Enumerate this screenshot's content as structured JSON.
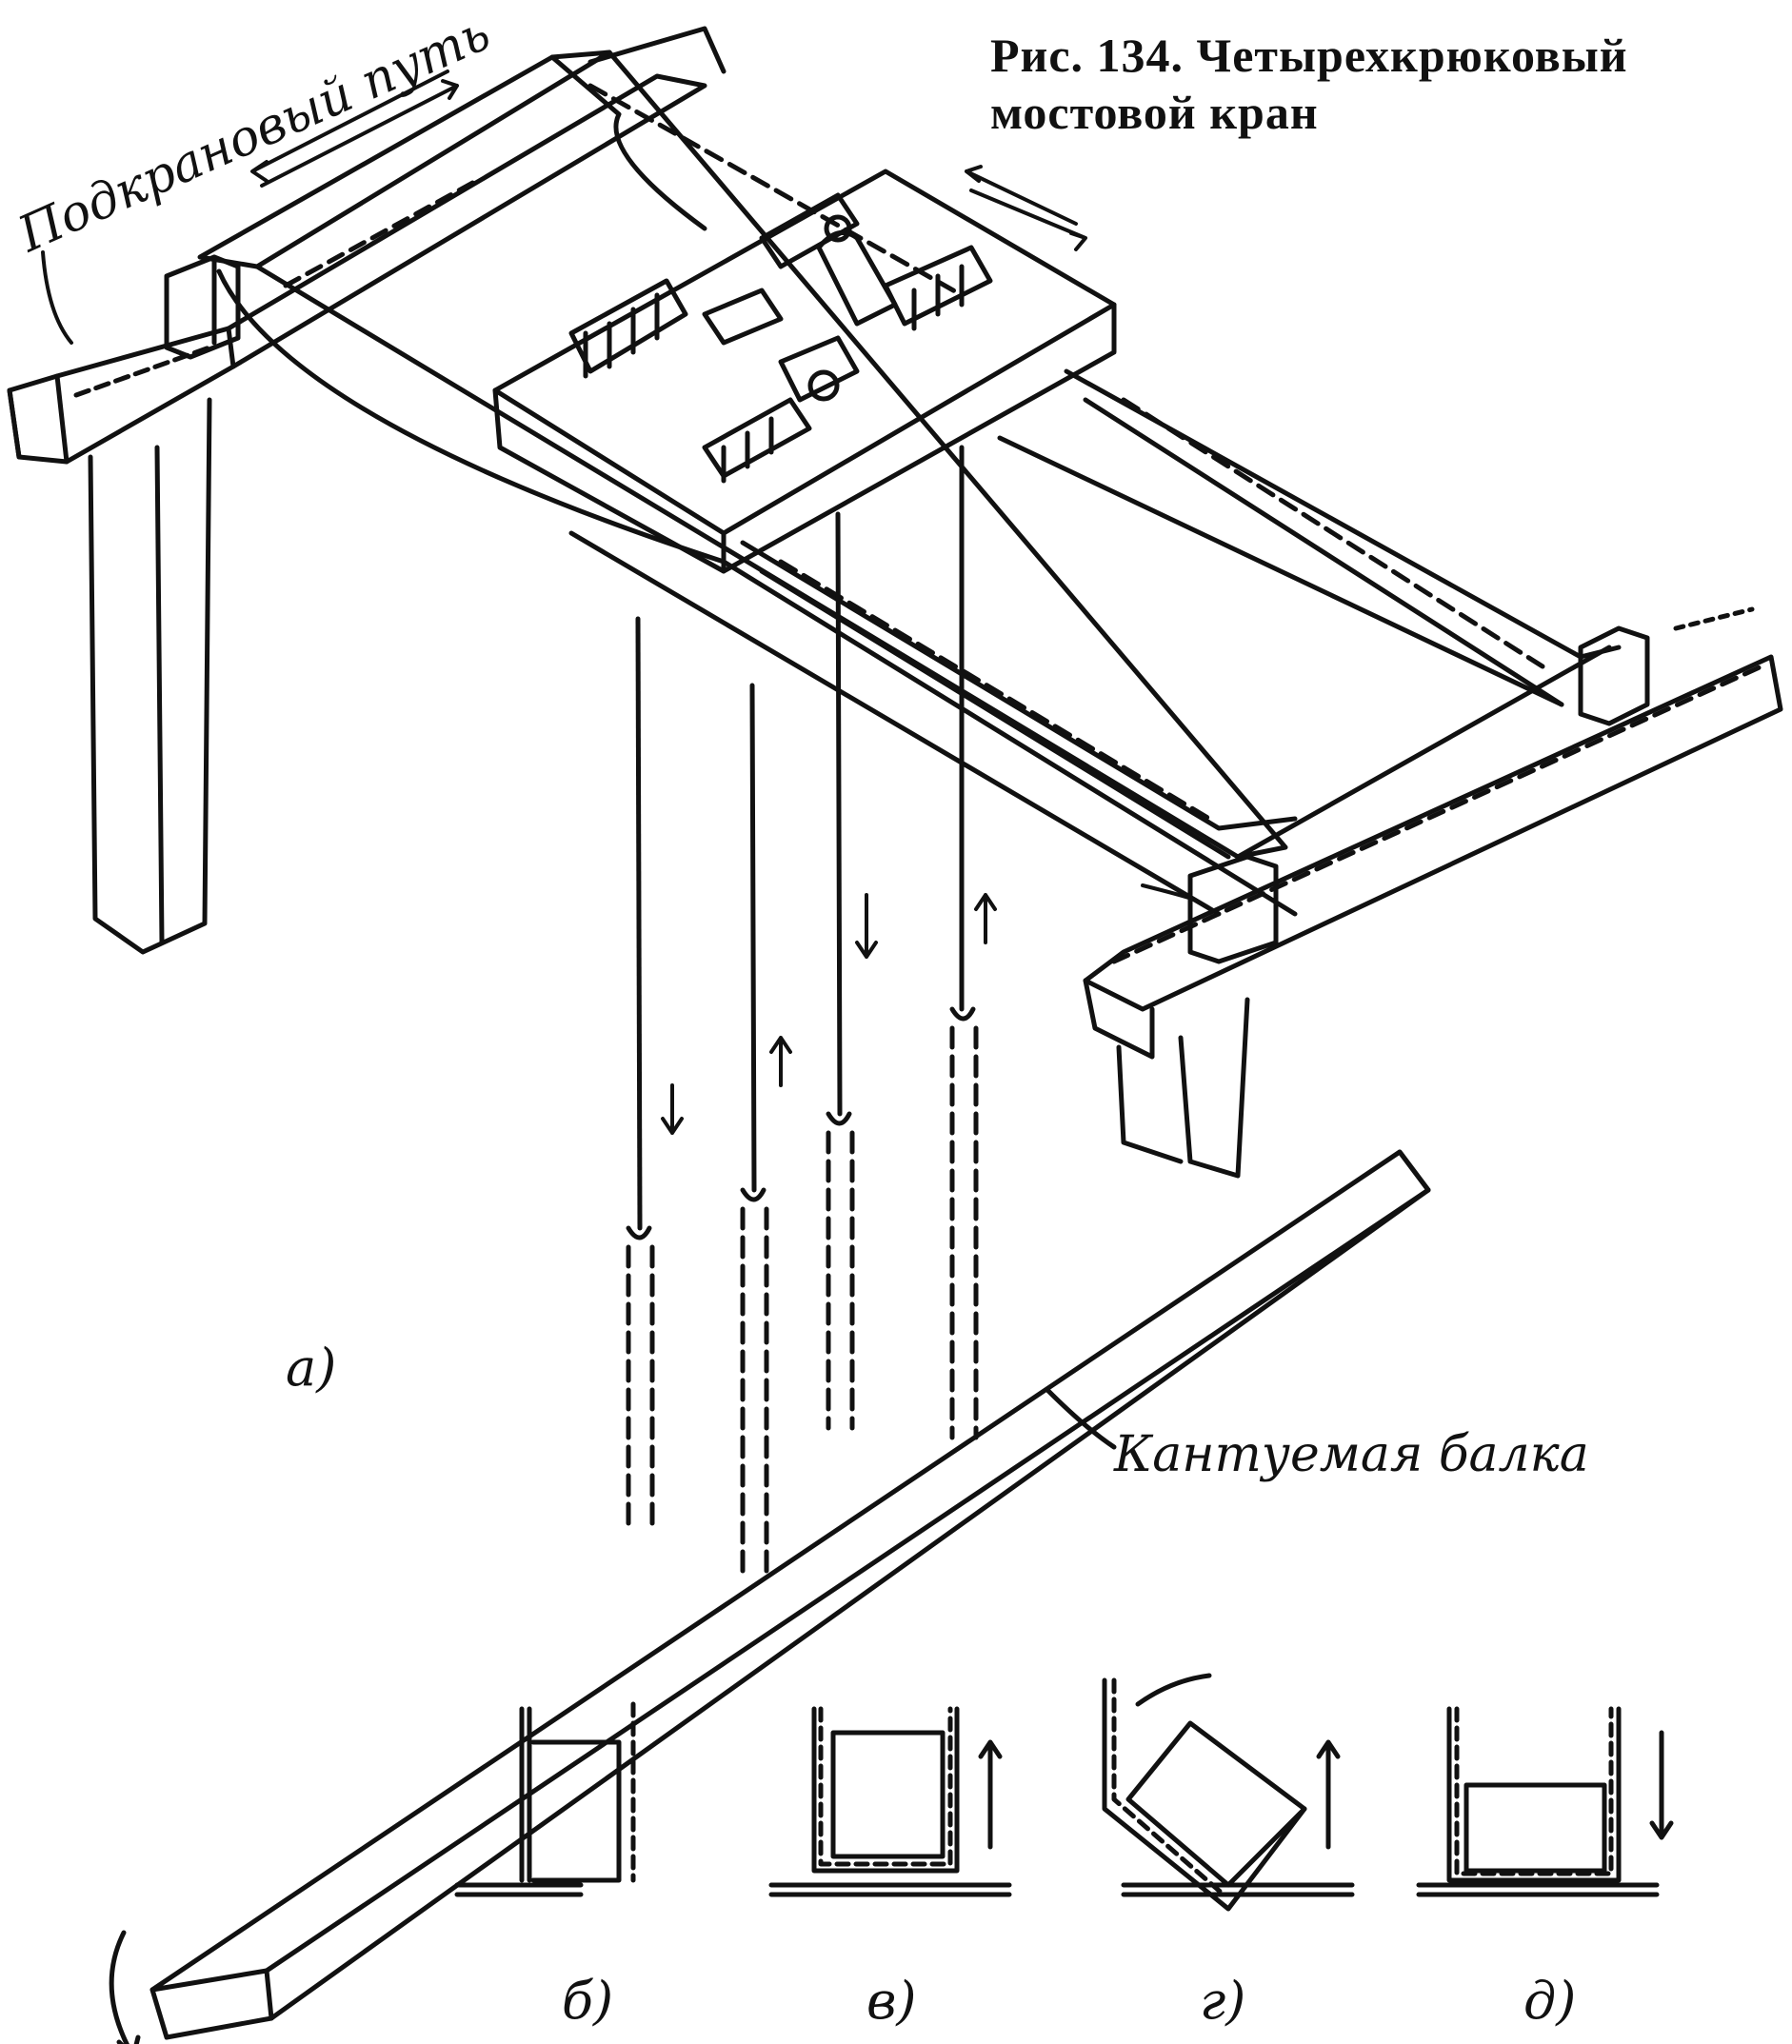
{
  "figure": {
    "caption_line1": "Рис. 134. Четырехкрюковый",
    "caption_line2": "мостовой кран",
    "label_runway": "Подкрановый путь",
    "label_beam": "Кантуемая балка",
    "view_labels": [
      "а)",
      "б)",
      "в)",
      "г)",
      "д)"
    ]
  },
  "colors": {
    "ink": "#111111",
    "paper": "#ffffff"
  }
}
